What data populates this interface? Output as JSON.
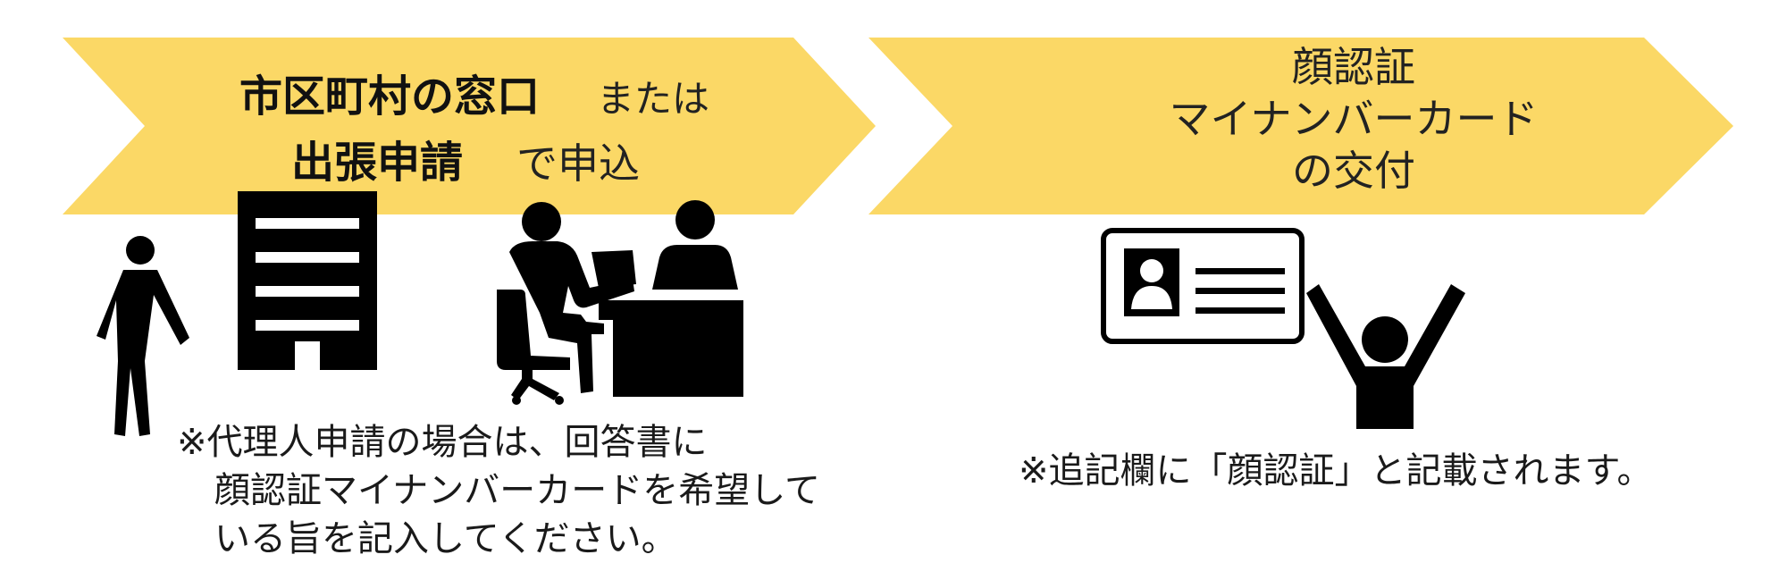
{
  "colors": {
    "arrow_fill": "#FBD866",
    "icon_fill": "#000000",
    "background": "#FFFFFF"
  },
  "step1": {
    "line1_bold": "市区町村の窓口",
    "line1_normal": "または",
    "line2_bold": "出張申請",
    "line2_normal": "で申込",
    "icons": [
      "person-walking-icon",
      "office-building-icon",
      "service-counter-icon"
    ],
    "note_lines": [
      "※代理人申請の場合は、回答書に",
      "顔認証マイナンバーカードを希望して",
      "いる旨を記入してください。"
    ]
  },
  "step2": {
    "title_lines": [
      "顔認証",
      "マイナンバーカード",
      "の交付"
    ],
    "icons": [
      "id-card-icon",
      "person-cheering-icon"
    ],
    "note": "※追記欄に「顔認証」と記載されます。"
  }
}
